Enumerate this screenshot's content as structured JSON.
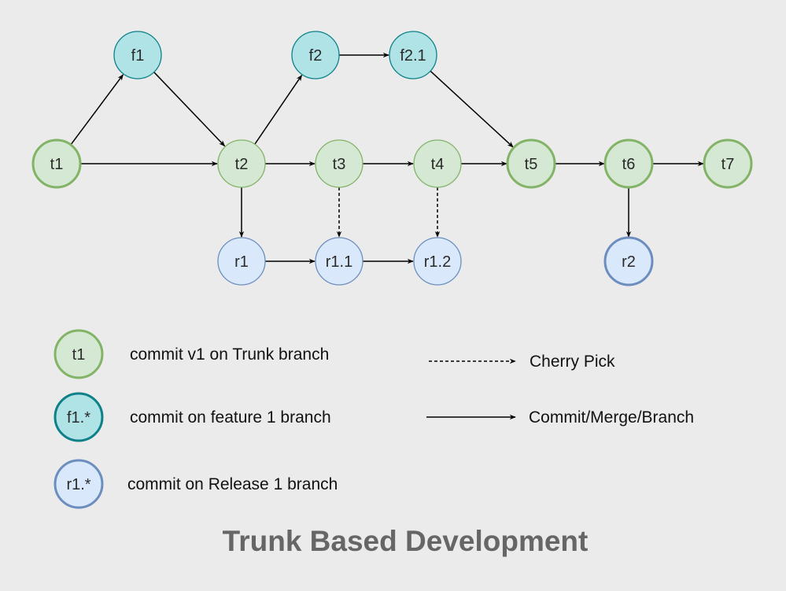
{
  "title": "Trunk Based Development",
  "colors": {
    "background": "#ebebeb",
    "trunk_fill": "#d5e8d4",
    "trunk_stroke": "#82b366",
    "feature_fill": "#b0e3e6",
    "feature_stroke": "#0e8088",
    "release_fill": "#dae8fc",
    "release_stroke": "#6c8ebf",
    "edge": "#000000"
  },
  "nodes": [
    {
      "id": "t1",
      "label": "t1",
      "type": "trunk"
    },
    {
      "id": "t2",
      "label": "t2",
      "type": "trunk"
    },
    {
      "id": "t3",
      "label": "t3",
      "type": "trunk"
    },
    {
      "id": "t4",
      "label": "t4",
      "type": "trunk"
    },
    {
      "id": "t5",
      "label": "t5",
      "type": "trunk"
    },
    {
      "id": "t6",
      "label": "t6",
      "type": "trunk"
    },
    {
      "id": "t7",
      "label": "t7",
      "type": "trunk"
    },
    {
      "id": "f1",
      "label": "f1",
      "type": "feature"
    },
    {
      "id": "f2",
      "label": "f2",
      "type": "feature"
    },
    {
      "id": "f2.1",
      "label": "f2.1",
      "type": "feature"
    },
    {
      "id": "r1",
      "label": "r1",
      "type": "release"
    },
    {
      "id": "r1.1",
      "label": "r1.1",
      "type": "release"
    },
    {
      "id": "r1.2",
      "label": "r1.2",
      "type": "release"
    },
    {
      "id": "r2",
      "label": "r2",
      "type": "release"
    }
  ],
  "edges": [
    {
      "from": "t1",
      "to": "t2",
      "style": "solid"
    },
    {
      "from": "t1",
      "to": "f1",
      "style": "solid"
    },
    {
      "from": "f1",
      "to": "t2",
      "style": "solid"
    },
    {
      "from": "t2",
      "to": "f2",
      "style": "solid"
    },
    {
      "from": "f2",
      "to": "f2.1",
      "style": "solid"
    },
    {
      "from": "f2.1",
      "to": "t5",
      "style": "solid"
    },
    {
      "from": "t2",
      "to": "t3",
      "style": "solid"
    },
    {
      "from": "t3",
      "to": "t4",
      "style": "solid"
    },
    {
      "from": "t4",
      "to": "t5",
      "style": "solid"
    },
    {
      "from": "t5",
      "to": "t6",
      "style": "solid"
    },
    {
      "from": "t6",
      "to": "t7",
      "style": "solid"
    },
    {
      "from": "t2",
      "to": "r1",
      "style": "solid"
    },
    {
      "from": "r1",
      "to": "r1.1",
      "style": "solid"
    },
    {
      "from": "r1.1",
      "to": "r1.2",
      "style": "solid"
    },
    {
      "from": "t3",
      "to": "r1.1",
      "style": "dashed"
    },
    {
      "from": "t4",
      "to": "r1.2",
      "style": "dashed"
    },
    {
      "from": "t6",
      "to": "r2",
      "style": "solid"
    }
  ],
  "legend": {
    "nodes": [
      {
        "label": "t1",
        "type": "trunk",
        "text": "commit v1 on Trunk branch"
      },
      {
        "label": "f1.*",
        "type": "feature",
        "text": "commit on feature 1 branch"
      },
      {
        "label": "r1.*",
        "type": "release",
        "text": "commit on Release 1 branch"
      }
    ],
    "lines": [
      {
        "style": "dashed",
        "text": "Cherry Pick"
      },
      {
        "style": "solid",
        "text": "Commit/Merge/Branch"
      }
    ]
  }
}
